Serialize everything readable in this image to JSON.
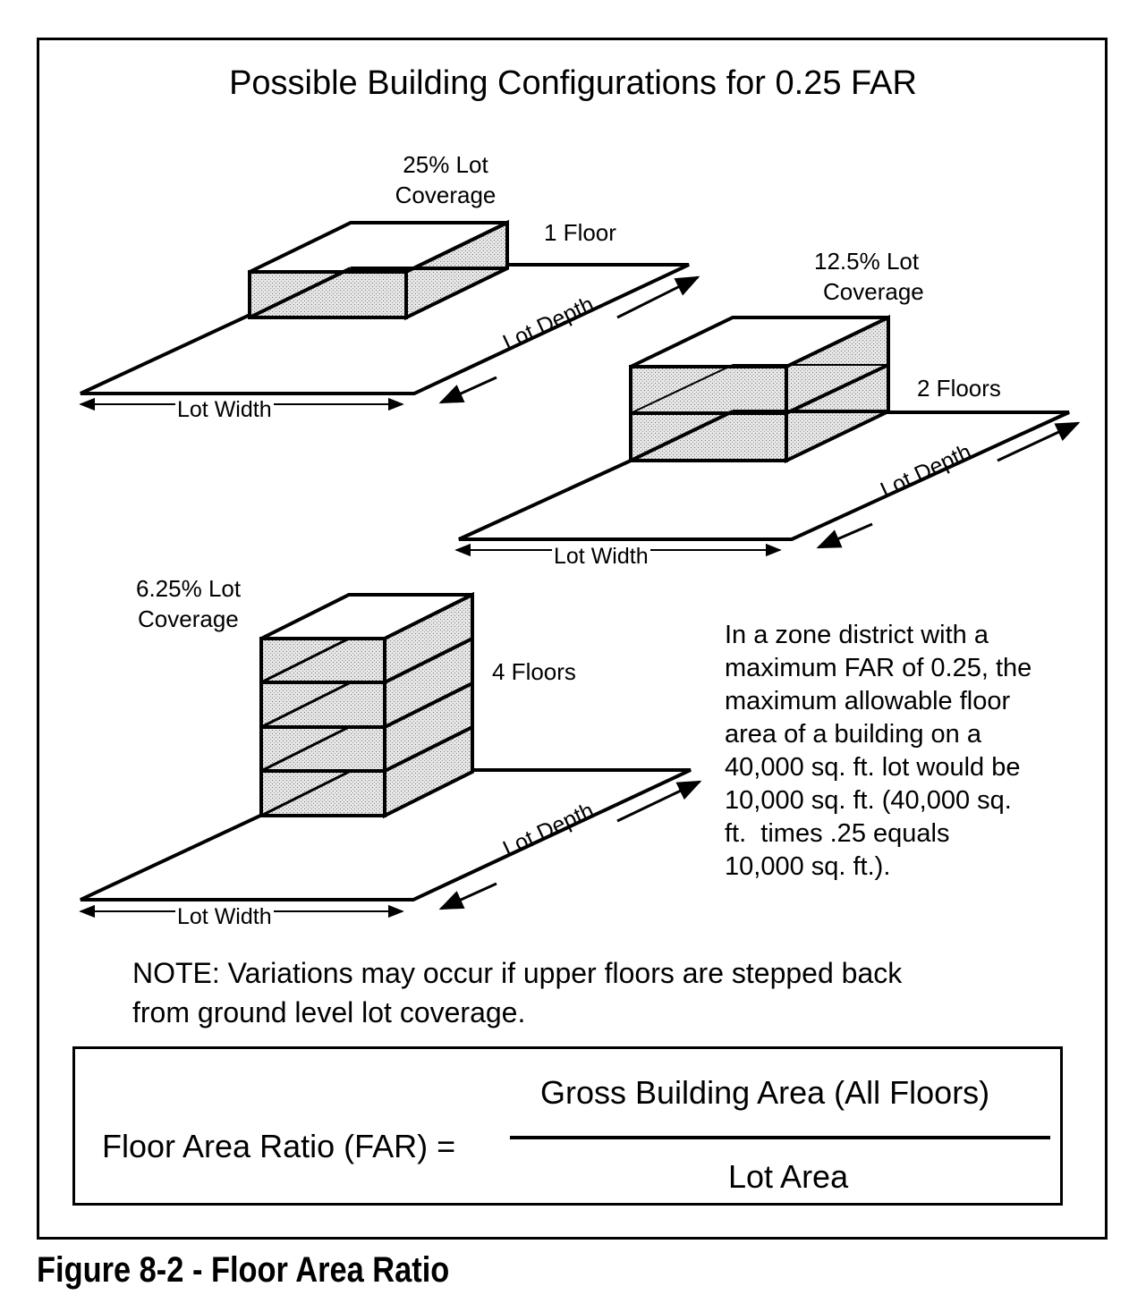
{
  "title": "Possible Building Configurations for 0.25 FAR",
  "configs": [
    {
      "coverage_line1": "25% Lot",
      "coverage_line2": "Coverage",
      "floors": "1 Floor",
      "width_label": "Lot Width",
      "depth_label": "Lot Depth"
    },
    {
      "coverage_line1": "12.5% Lot",
      "coverage_line2": "Coverage",
      "floors": "2 Floors",
      "width_label": "Lot Width",
      "depth_label": "Lot Depth"
    },
    {
      "coverage_line1": "6.25% Lot",
      "coverage_line2": "Coverage",
      "floors": "4 Floors",
      "width_label": "Lot Width",
      "depth_label": "Lot Depth"
    }
  ],
  "explanation": [
    "In a zone district with a",
    "maximum FAR of 0.25, the",
    "maximum allowable floor",
    "area of a building on a",
    "40,000 sq. ft. lot would be",
    "10,000 sq. ft. (40,000 sq.",
    "ft.  times .25 equals",
    "10,000 sq. ft.)."
  ],
  "note": [
    "NOTE: Variations may occur if upper floors are stepped back",
    "from ground level lot coverage."
  ],
  "formula": {
    "lhs": "Floor Area Ratio (FAR) =",
    "numerator": "Gross Building Area (All Floors)",
    "denominator": "Lot Area"
  },
  "caption": "Figure 8-2 - Floor Area Ratio"
}
